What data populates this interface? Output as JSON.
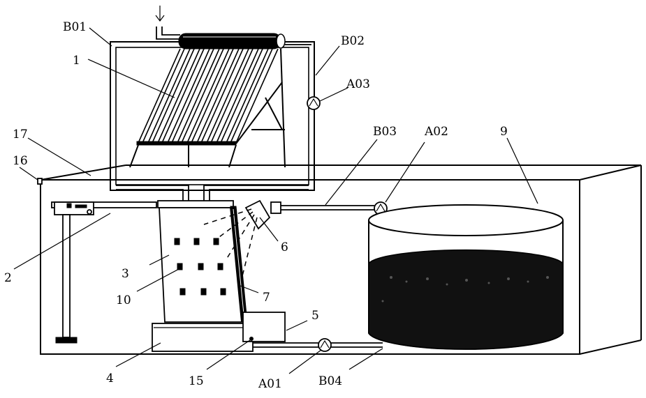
{
  "labels": {
    "B01": "B01",
    "B02": "B02",
    "A03": "A03",
    "1": "1",
    "17": "17",
    "16": "16",
    "B03": "B03",
    "A02": "A02",
    "9": "9",
    "2": "2",
    "6": "6",
    "3": "3",
    "10": "10",
    "7": "7",
    "5": "5",
    "4": "4",
    "15": "15",
    "A01": "A01",
    "B04": "B04"
  }
}
